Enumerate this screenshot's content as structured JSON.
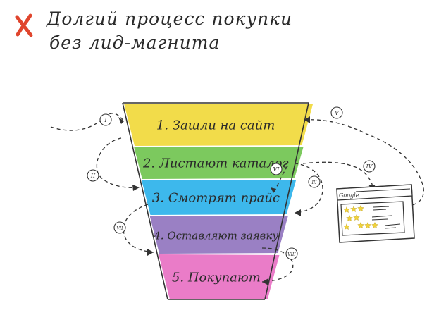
{
  "title": {
    "line1": "Долгий процесс покупки",
    "line2": "без лид-магнита",
    "mark_icon": "cross-mark",
    "mark_color": "#e0452d"
  },
  "funnel": {
    "stages": [
      {
        "label": "1. Зашли на сайт",
        "color": "#f2dc4a"
      },
      {
        "label": "2. Листают каталог",
        "color": "#7cc95e"
      },
      {
        "label": "3. Смотрят прайс",
        "color": "#3db8ec"
      },
      {
        "label": "4. Оставляют заявку",
        "color": "#9a80c4"
      },
      {
        "label": "5. Покупают",
        "color": "#ea7cc8"
      }
    ]
  },
  "steps": [
    "I",
    "II",
    "III",
    "IV",
    "V",
    "VI",
    "VII",
    "VIII"
  ],
  "browser": {
    "tab_label": "Google",
    "star_color": "#f2d33a",
    "icon": "browser-window-reviews-icon"
  }
}
